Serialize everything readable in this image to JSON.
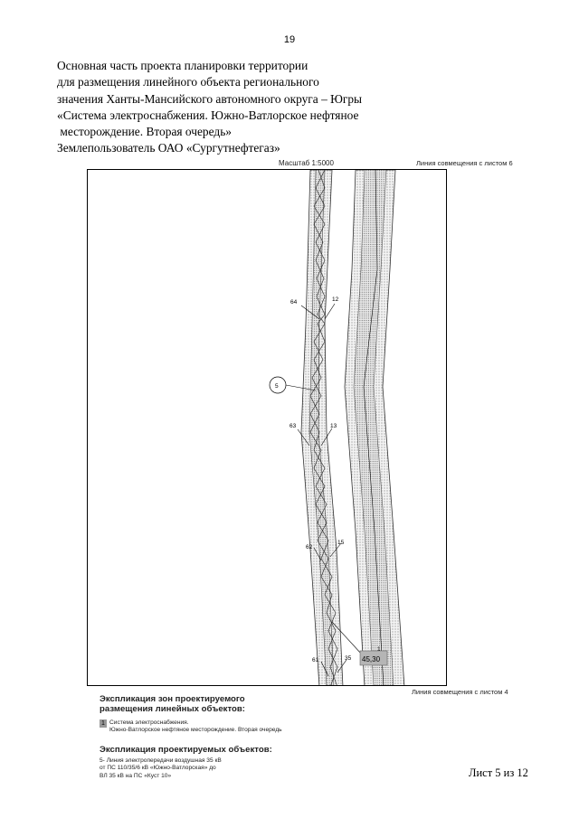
{
  "page_number": "19",
  "header": {
    "lines": [
      "Основная часть проекта планировки территории",
      "для размещения линейного объекта регионального",
      "значения Ханты-Мансийского автономного округа – Югры",
      "«Система электроснабжения. Южно-Ватлорское нефтяное",
      " месторождение. Вторая очередь»",
      "Землепользователь ОАО «Сургутнефтегаз»"
    ]
  },
  "map": {
    "scale": "Масштаб 1:5000",
    "match_line_top": "Линия совмещения с листом 6",
    "match_line_bottom": "Линия совмещения с листом 4",
    "object_marker": "5",
    "area_badge": "45,30",
    "zone_marker": "1",
    "points": {
      "p64": "64",
      "p12": "12",
      "p63": "63",
      "p13": "13",
      "p62": "62",
      "p15": "15",
      "p61": "61",
      "p35": "35"
    }
  },
  "legend": {
    "zones_title_line1": "Экспликация зон проектируемого",
    "zones_title_line2": "размещения линейных объектов:",
    "zone_item": {
      "number": "1",
      "line1": "Система электроснабжения.",
      "line2": "Южно-Ватлорское нефтяное месторождение. Вторая очередь"
    },
    "objects_title": "Экспликация проектируемых объектов:",
    "objects_lines": [
      "5- Линия электропередачи воздушная 35 кВ",
      "от ПС 110/35/6 кВ «Южно-Ватлорская» до",
      "ВЛ 35 кВ на ПС «Куст 10»"
    ]
  },
  "sheet_of": "Лист 5 из 12"
}
